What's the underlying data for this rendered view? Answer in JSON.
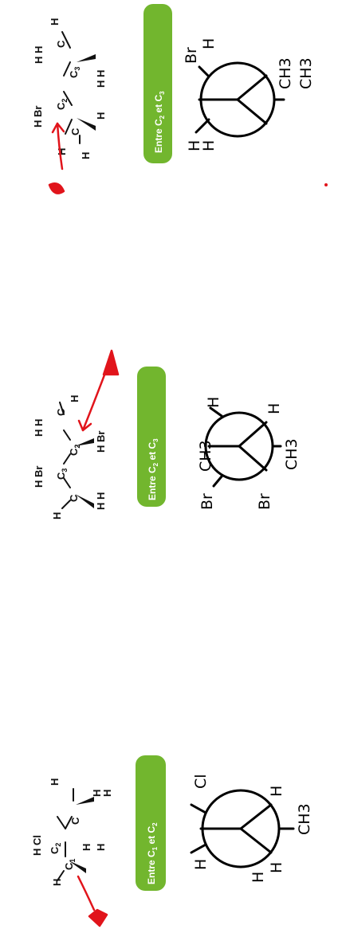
{
  "colors": {
    "label_bg": "#72b62e",
    "label_text": "#ffffff",
    "arrow": "#e1141b",
    "ink": "#000000"
  },
  "panel_a": {
    "label": {
      "prefix": "Entre C",
      "i": "1",
      "mid": " et C",
      "j": "2"
    },
    "skeletal": {
      "c1": "C",
      "c1_sub": "1",
      "c2": "C",
      "c2_sub": "2",
      "c3": "C",
      "h_left": "H",
      "c1_h_top": "H",
      "c1_h_bottom": "H",
      "hcl": "H Cl",
      "c3_h_top": "H",
      "c3_h_b1": "H",
      "c3_h_b2": "H"
    },
    "newman": {
      "upper_left": "H",
      "upper_right": "Cl",
      "lower_left": "H",
      "lower_right": "CH3",
      "front_h1": "H",
      "front_h2": "H"
    }
  },
  "panel_b": {
    "label": {
      "prefix": "Entre C",
      "i": "2",
      "mid": " et C",
      "j": "3"
    },
    "skeletal": {
      "c_left": "C",
      "c3": "C",
      "c3_sub": "3",
      "c2": "C",
      "c2_sub": "2",
      "c_right": "C",
      "h_left": "H",
      "hbr_top": "H Br",
      "hh_left": "H H",
      "hh_top_right": "H H",
      "hbr_bottom": "H Br",
      "h_right": "H"
    },
    "newman": {
      "bottom_left": "CH3",
      "bottom_right": "H",
      "left_top": "Br",
      "left_bottom": "Br",
      "top_left": "CH3",
      "top_right": "H"
    }
  },
  "panel_c": {
    "label": {
      "prefix": "Entre C",
      "i": "2",
      "mid": " et C",
      "j": "3"
    },
    "skeletal": {
      "c_left": "C",
      "c2": "C",
      "c2_sub": "2",
      "c3": "C",
      "c3_sub": "3",
      "c_right": "C",
      "hbr": "H Br",
      "h_left_bottom": "H",
      "hh_top": "H H",
      "h_right": "H",
      "h_below_c_left": "H",
      "hh_bottom_right": "H H",
      "h_bottom": "H"
    },
    "newman": {
      "top_h1": "H",
      "top_h2": "H",
      "right_br": "Br",
      "right_h": "H",
      "ch3_1": "CH3",
      "ch3_2": "CH3"
    }
  }
}
